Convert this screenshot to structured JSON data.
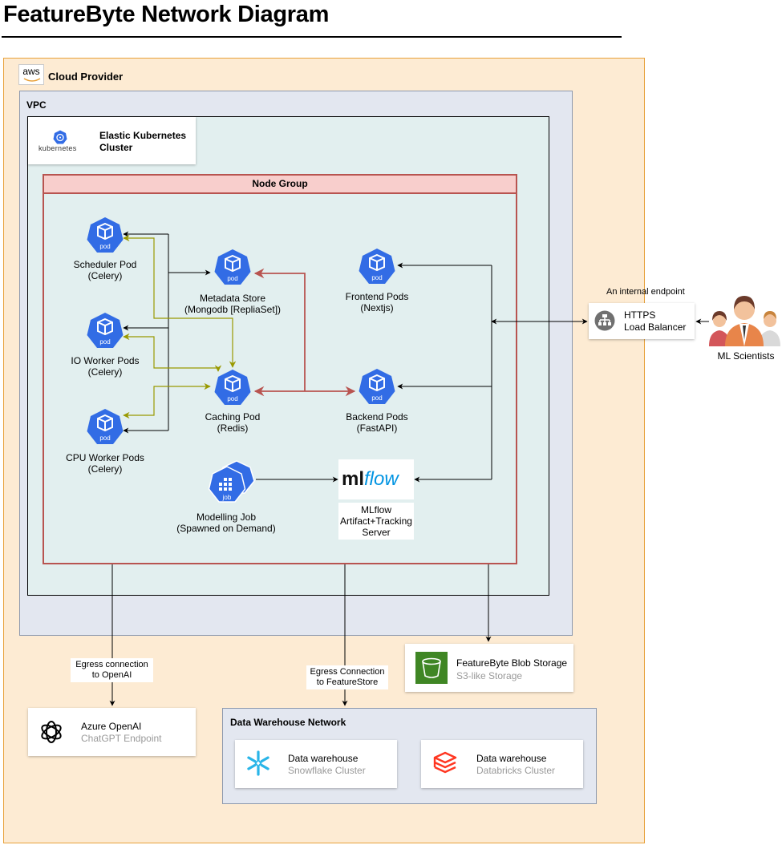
{
  "title": "FeatureByte Network Diagram",
  "cloud": {
    "label": "Cloud Provider",
    "logo_text": "aws"
  },
  "vpc": {
    "label": "VPC"
  },
  "eks": {
    "title_line1": "Elastic Kubernetes",
    "title_line2": "Cluster",
    "logo_text": "kubernetes"
  },
  "node_group": {
    "label": "Node Group"
  },
  "pod_icon_text": "pod",
  "job_icon_text": "job",
  "nodes": {
    "scheduler": {
      "line1": "Scheduler Pod",
      "line2": "(Celery)"
    },
    "io_worker": {
      "line1": "IO Worker Pods",
      "line2": "(Celery)"
    },
    "cpu_worker": {
      "line1": "CPU Worker Pods",
      "line2": "(Celery)"
    },
    "metadata": {
      "line1": "Metadata Store",
      "line2": "(Mongodb [RepliaSet])"
    },
    "caching": {
      "line1": "Caching Pod",
      "line2": "(Redis)"
    },
    "frontend": {
      "line1": "Frontend Pods",
      "line2": "(Nextjs)"
    },
    "backend": {
      "line1": "Backend Pods",
      "line2": "(FastAPI)"
    },
    "modelling": {
      "line1": "Modelling Job",
      "line2": "(Spawned on Demand)"
    },
    "mlflow": {
      "logo_ml": "ml",
      "logo_flow": "flow",
      "line1": "MLflow",
      "line2": "Artifact+Tracking",
      "line3": "Server"
    }
  },
  "load_balancer": {
    "line1": "HTTPS",
    "line2": "Load Balancer",
    "note": "An internal endpoint"
  },
  "ml_scientists": {
    "label": "ML Scientists"
  },
  "edges": {
    "egress_openai": {
      "line1": "Egress connection",
      "line2": "to OpenAI"
    },
    "egress_featurestore": {
      "line1": "Egress Connection",
      "line2": "to FeatureStore"
    }
  },
  "blob_storage": {
    "title": "FeatureByte Blob Storage",
    "subtitle": "S3-like Storage"
  },
  "azure_openai": {
    "title": "Azure OpenAI",
    "subtitle": "ChatGPT Endpoint"
  },
  "dw_network": {
    "label": "Data Warehouse Network",
    "snowflake": {
      "title": "Data warehouse",
      "subtitle": "Snowflake Cluster"
    },
    "databricks": {
      "title": "Data warehouse",
      "subtitle": "Databricks Cluster"
    }
  },
  "colors": {
    "cloud_fill": "#fdebd3",
    "cloud_border": "#e8a13a",
    "vpc_fill": "#e3e7f0",
    "eks_fill": "#e2efef",
    "node_group_border": "#b85450",
    "node_group_header": "#f8cecc",
    "pod_blue": "#326ce5",
    "olive_arrow": "#999900",
    "red_arrow": "#b85450"
  }
}
